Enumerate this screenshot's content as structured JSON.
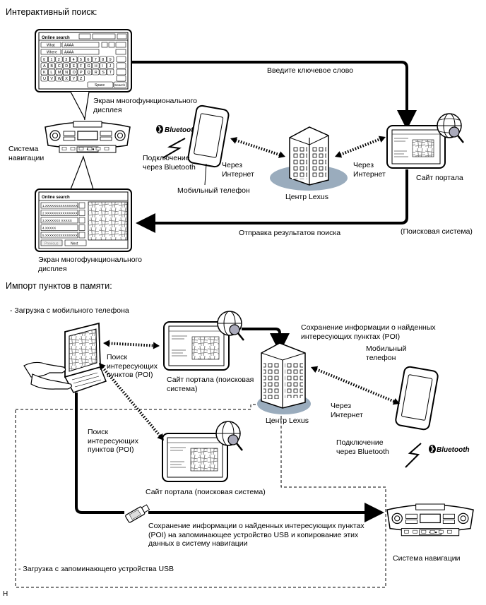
{
  "headings": {
    "interactive": "Интерактивный поиск:",
    "import": "Импорт пунктов в памяти:"
  },
  "top": {
    "enter_keyword": "Введите ключевое слово",
    "screen_label_1": "Экран многофункционального\nдисплея",
    "nav_system": "Система\nнавигации",
    "bt_connect": "Подключение\nчерез Bluetooth",
    "mobile_phone": "Мобильный телефон",
    "via_internet_1": "Через\nИнтернет",
    "lexus_center": "Центр Lexus",
    "via_internet_2": "Через\nИнтернет",
    "portal_site": "Сайт портала",
    "search_system": "(Поисковая система)",
    "send_results": "Отправка результатов поиска",
    "screen_label_2": "Экран многофункционального\nдисплея",
    "bluetooth_logo": "Bluetooth"
  },
  "bottom": {
    "download_mobile": "- Загрузка с мобильного телефона",
    "save_poi_info": "Сохранение информации о найденных\nинтересующих пунктах (POI)",
    "mobile_phone": "Мобильный\nтелефон",
    "poi_search_1": "Поиск\nинтересующих\nпунктов (POI)",
    "portal_search_1": "Сайт портала (поисковая\nсистема)",
    "lexus_center": "Центр Lexus",
    "via_internet": "Через\nИнтернет",
    "poi_search_2": "Поиск\nинтересующих\nпунктов (POI)",
    "bt_connect": "Подключение\nчерез Bluetooth",
    "portal_search_2": "Сайт портала (поисковая система)",
    "usb_save": "Сохранение информации о найденных интересующих пунктах\n(POI) на запоминающее устройство USB и копирование этих\nданных в систему навигации",
    "nav_system": "Система навигации",
    "download_usb": "- Загрузка с запоминающего устройства USB",
    "corner_mark": "H",
    "bluetooth_logo": "Bluetooth"
  },
  "online_search_screen": {
    "title": "Online search",
    "what_label": "What",
    "what_value": "AAAA",
    "where_label": "Where",
    "where_value": "AAAA",
    "keys_row1": [
      "0",
      "1",
      "2",
      "3",
      "4",
      "5",
      "6",
      "7",
      "8",
      "9"
    ],
    "keys_row2": [
      "A",
      "B",
      "C",
      "D",
      "E",
      "F",
      "G",
      "H",
      "I",
      "J"
    ],
    "keys_row3": [
      "K",
      "L",
      "M",
      "N",
      "O",
      "P",
      "Q",
      "R",
      "S",
      "T"
    ],
    "keys_row4": [
      "U",
      "V",
      "W",
      "X",
      "Y",
      "Z"
    ],
    "space_key": "Space",
    "search_key": "Search"
  },
  "results_screen": {
    "title": "Online search",
    "results": [
      "1.XXXXXXXXXXXXXXX",
      "2.XXXXXXXXXXXXXXX",
      "3.XXXXXXX XXXXX",
      "4.XXXXX",
      "5.XXXXXXXXXXXXXXX"
    ],
    "previous": "Previous",
    "next": "Next"
  }
}
